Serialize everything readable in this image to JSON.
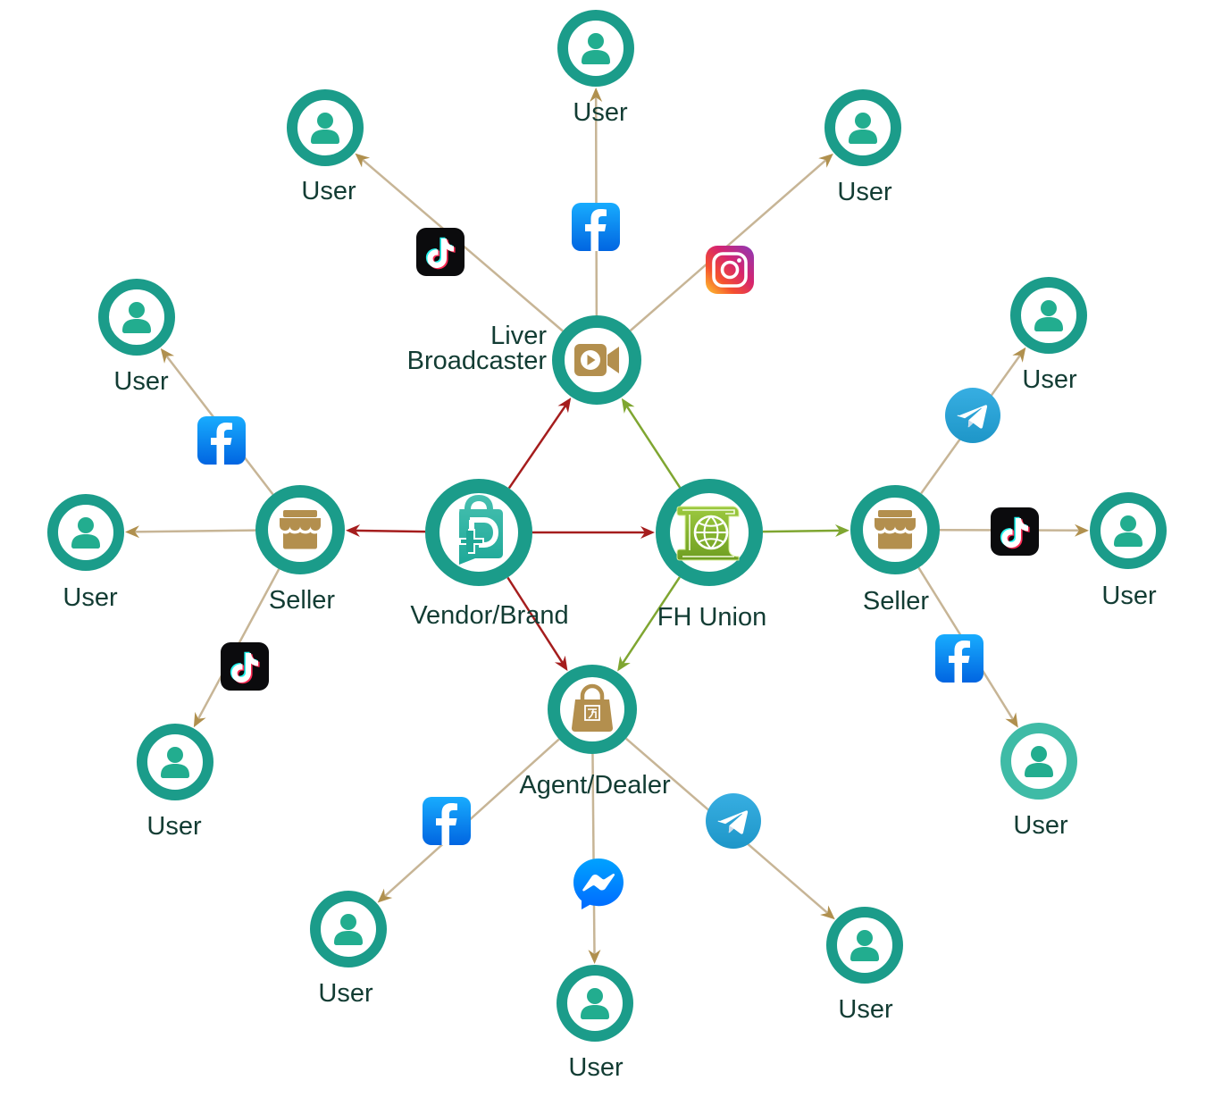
{
  "title": "Distribution network diagram",
  "colors": {
    "ring": "#1b9c8a",
    "ring_light": "#3fbba6",
    "user_glyph": "#22ad8f",
    "role_glyph": "#b38f4e",
    "vendor_edge": "#a51d1d",
    "union_edge": "#7fa631",
    "user_edge": "#c7b596",
    "user_arrow": "#b0904e",
    "text": "#123c33"
  },
  "nodes": [
    {
      "id": "vendor",
      "label": "Vendor/Brand",
      "icon": "vendor-logo-icon",
      "kind": "hub"
    },
    {
      "id": "union",
      "label": "FH Union",
      "icon": "fh-union-logo-icon",
      "kind": "hub"
    },
    {
      "id": "broadcaster",
      "label": "Liver Broadcaster",
      "label_lines": [
        "Liver",
        "Broadcaster"
      ],
      "icon": "video-camera-icon",
      "kind": "role"
    },
    {
      "id": "agent",
      "label": "Agent/Dealer",
      "icon": "shopping-bag-icon",
      "kind": "role"
    },
    {
      "id": "seller_left",
      "label": "Seller",
      "icon": "storefront-icon",
      "kind": "role"
    },
    {
      "id": "seller_right",
      "label": "Seller",
      "icon": "storefront-icon",
      "kind": "role"
    },
    {
      "id": "u_top",
      "label": "User",
      "icon": "user-icon",
      "kind": "user"
    },
    {
      "id": "u_top_left",
      "label": "User",
      "icon": "user-icon",
      "kind": "user"
    },
    {
      "id": "u_top_right",
      "label": "User",
      "icon": "user-icon",
      "kind": "user"
    },
    {
      "id": "u_left_up",
      "label": "User",
      "icon": "user-icon",
      "kind": "user"
    },
    {
      "id": "u_left",
      "label": "User",
      "icon": "user-icon",
      "kind": "user"
    },
    {
      "id": "u_left_down",
      "label": "User",
      "icon": "user-icon",
      "kind": "user"
    },
    {
      "id": "u_right_up",
      "label": "User",
      "icon": "user-icon",
      "kind": "user"
    },
    {
      "id": "u_right",
      "label": "User",
      "icon": "user-icon",
      "kind": "user"
    },
    {
      "id": "u_right_down",
      "label": "User",
      "icon": "user-icon",
      "kind": "user",
      "highlight": true
    },
    {
      "id": "u_bottom_left",
      "label": "User",
      "icon": "user-icon",
      "kind": "user"
    },
    {
      "id": "u_bottom",
      "label": "User",
      "icon": "user-icon",
      "kind": "user"
    },
    {
      "id": "u_bottom_right",
      "label": "User",
      "icon": "user-icon",
      "kind": "user"
    }
  ],
  "edges": [
    {
      "from": "vendor",
      "to": "broadcaster",
      "type": "vendor"
    },
    {
      "from": "vendor",
      "to": "union",
      "type": "vendor"
    },
    {
      "from": "vendor",
      "to": "seller_left",
      "type": "vendor"
    },
    {
      "from": "vendor",
      "to": "agent",
      "type": "vendor"
    },
    {
      "from": "union",
      "to": "broadcaster",
      "type": "union"
    },
    {
      "from": "union",
      "to": "seller_right",
      "type": "union"
    },
    {
      "from": "union",
      "to": "agent",
      "type": "union"
    },
    {
      "from": "broadcaster",
      "to": "u_top_left",
      "type": "user",
      "channel": "tiktok"
    },
    {
      "from": "broadcaster",
      "to": "u_top",
      "type": "user",
      "channel": "facebook"
    },
    {
      "from": "broadcaster",
      "to": "u_top_right",
      "type": "user",
      "channel": "instagram"
    },
    {
      "from": "seller_left",
      "to": "u_left_up",
      "type": "user",
      "channel": "facebook"
    },
    {
      "from": "seller_left",
      "to": "u_left",
      "type": "user"
    },
    {
      "from": "seller_left",
      "to": "u_left_down",
      "type": "user",
      "channel": "tiktok"
    },
    {
      "from": "seller_right",
      "to": "u_right_up",
      "type": "user",
      "channel": "telegram"
    },
    {
      "from": "seller_right",
      "to": "u_right",
      "type": "user",
      "channel": "tiktok"
    },
    {
      "from": "seller_right",
      "to": "u_right_down",
      "type": "user",
      "channel": "facebook"
    },
    {
      "from": "agent",
      "to": "u_bottom_left",
      "type": "user",
      "channel": "facebook"
    },
    {
      "from": "agent",
      "to": "u_bottom",
      "type": "user",
      "channel": "messenger"
    },
    {
      "from": "agent",
      "to": "u_bottom_right",
      "type": "user",
      "channel": "telegram"
    }
  ],
  "channels": {
    "tiktok": "tiktok-icon",
    "facebook": "facebook-icon",
    "instagram": "instagram-icon",
    "telegram": "telegram-icon",
    "messenger": "messenger-icon"
  }
}
